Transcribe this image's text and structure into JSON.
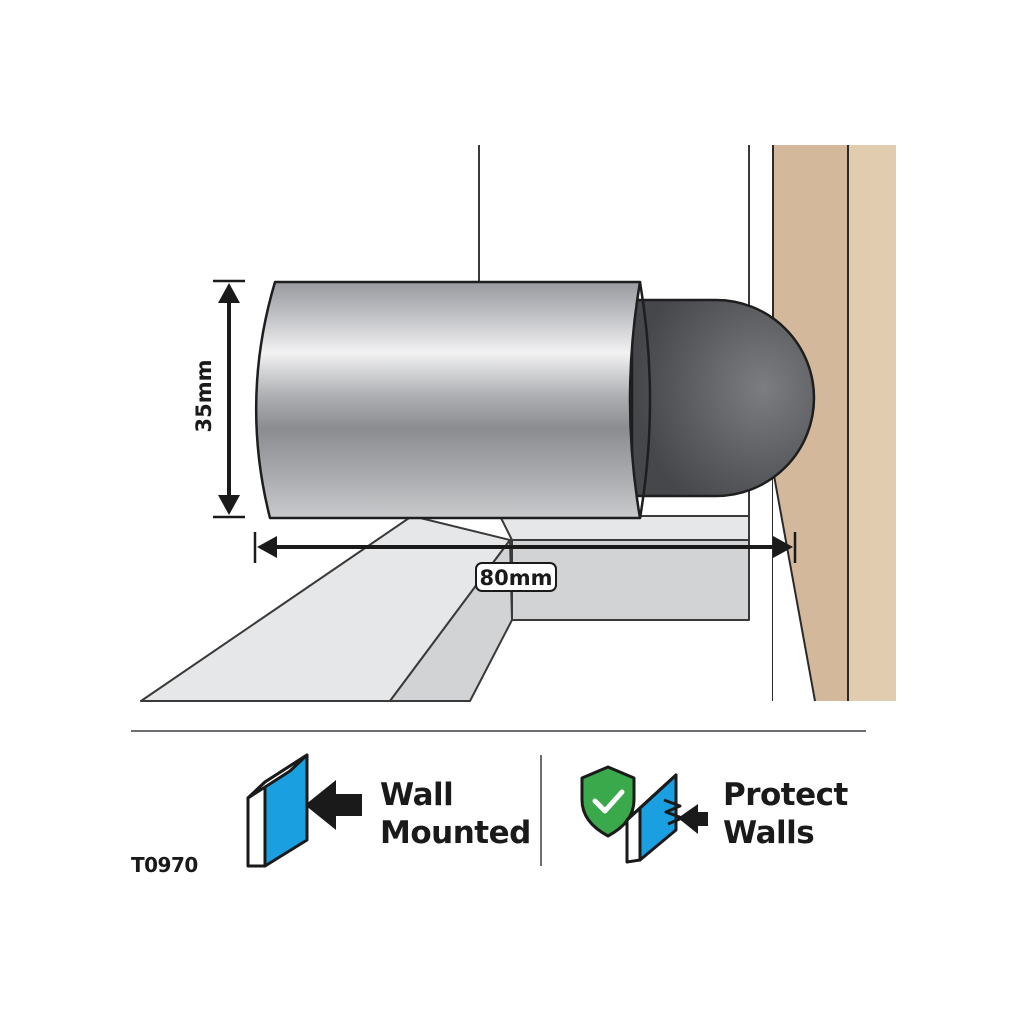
{
  "diagram": {
    "height_dimension": "35mm",
    "length_dimension": "80mm"
  },
  "features": [
    {
      "icon": "wall-mount-icon",
      "line1": "Wall",
      "line2": "Mounted"
    },
    {
      "icon": "protect-walls-icon",
      "line1": "Protect",
      "line2": "Walls"
    }
  ],
  "product_code": "T0970",
  "colors": {
    "wall_light": "#e2ccb0",
    "wall_dark": "#d4b89c",
    "rubber_tip": "#58595b",
    "icon_blue": "#1aa0e0",
    "shield_green": "#3aa94b",
    "floor_light": "#e6e7e8",
    "floor_mid": "#d1d3d4"
  }
}
